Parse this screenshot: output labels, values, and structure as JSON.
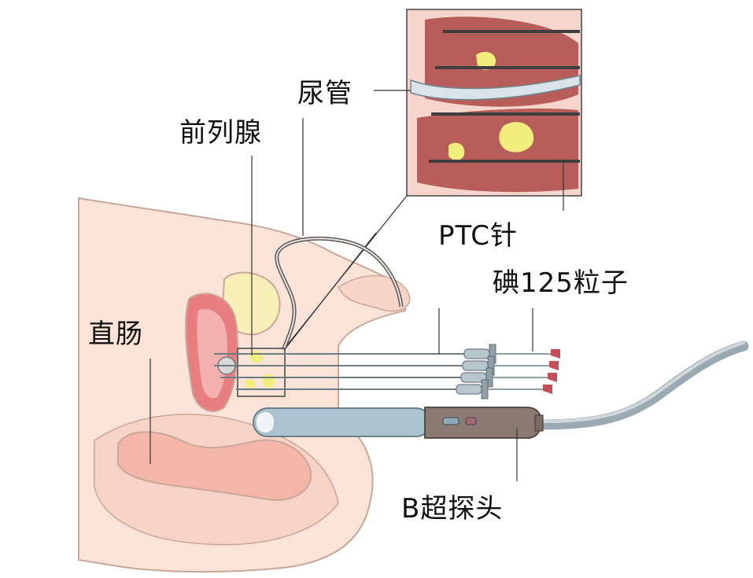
{
  "labels": {
    "urethra": "尿管",
    "prostate": "前列腺",
    "ptc_needle": "PTC针",
    "iodine_seeds": "碘125粒子",
    "rectum": "直肠",
    "ultrasound_probe": "B超探头"
  },
  "colors": {
    "tissue_light": "#fbe3d8",
    "tissue_outline": "#c9a89a",
    "prostate_fill": "#b85e5a",
    "seed_yellow": "#f1ee7d",
    "needle_dark": "#3e3e3e",
    "probe_blue": "#aac3cf",
    "probe_brown": "#8b7b73",
    "cable_grey": "#9ba9b2",
    "needle_tip_red": "#c44f5a",
    "rectum_fill": "#f3b6a8",
    "gland_red": "#e87e80"
  }
}
